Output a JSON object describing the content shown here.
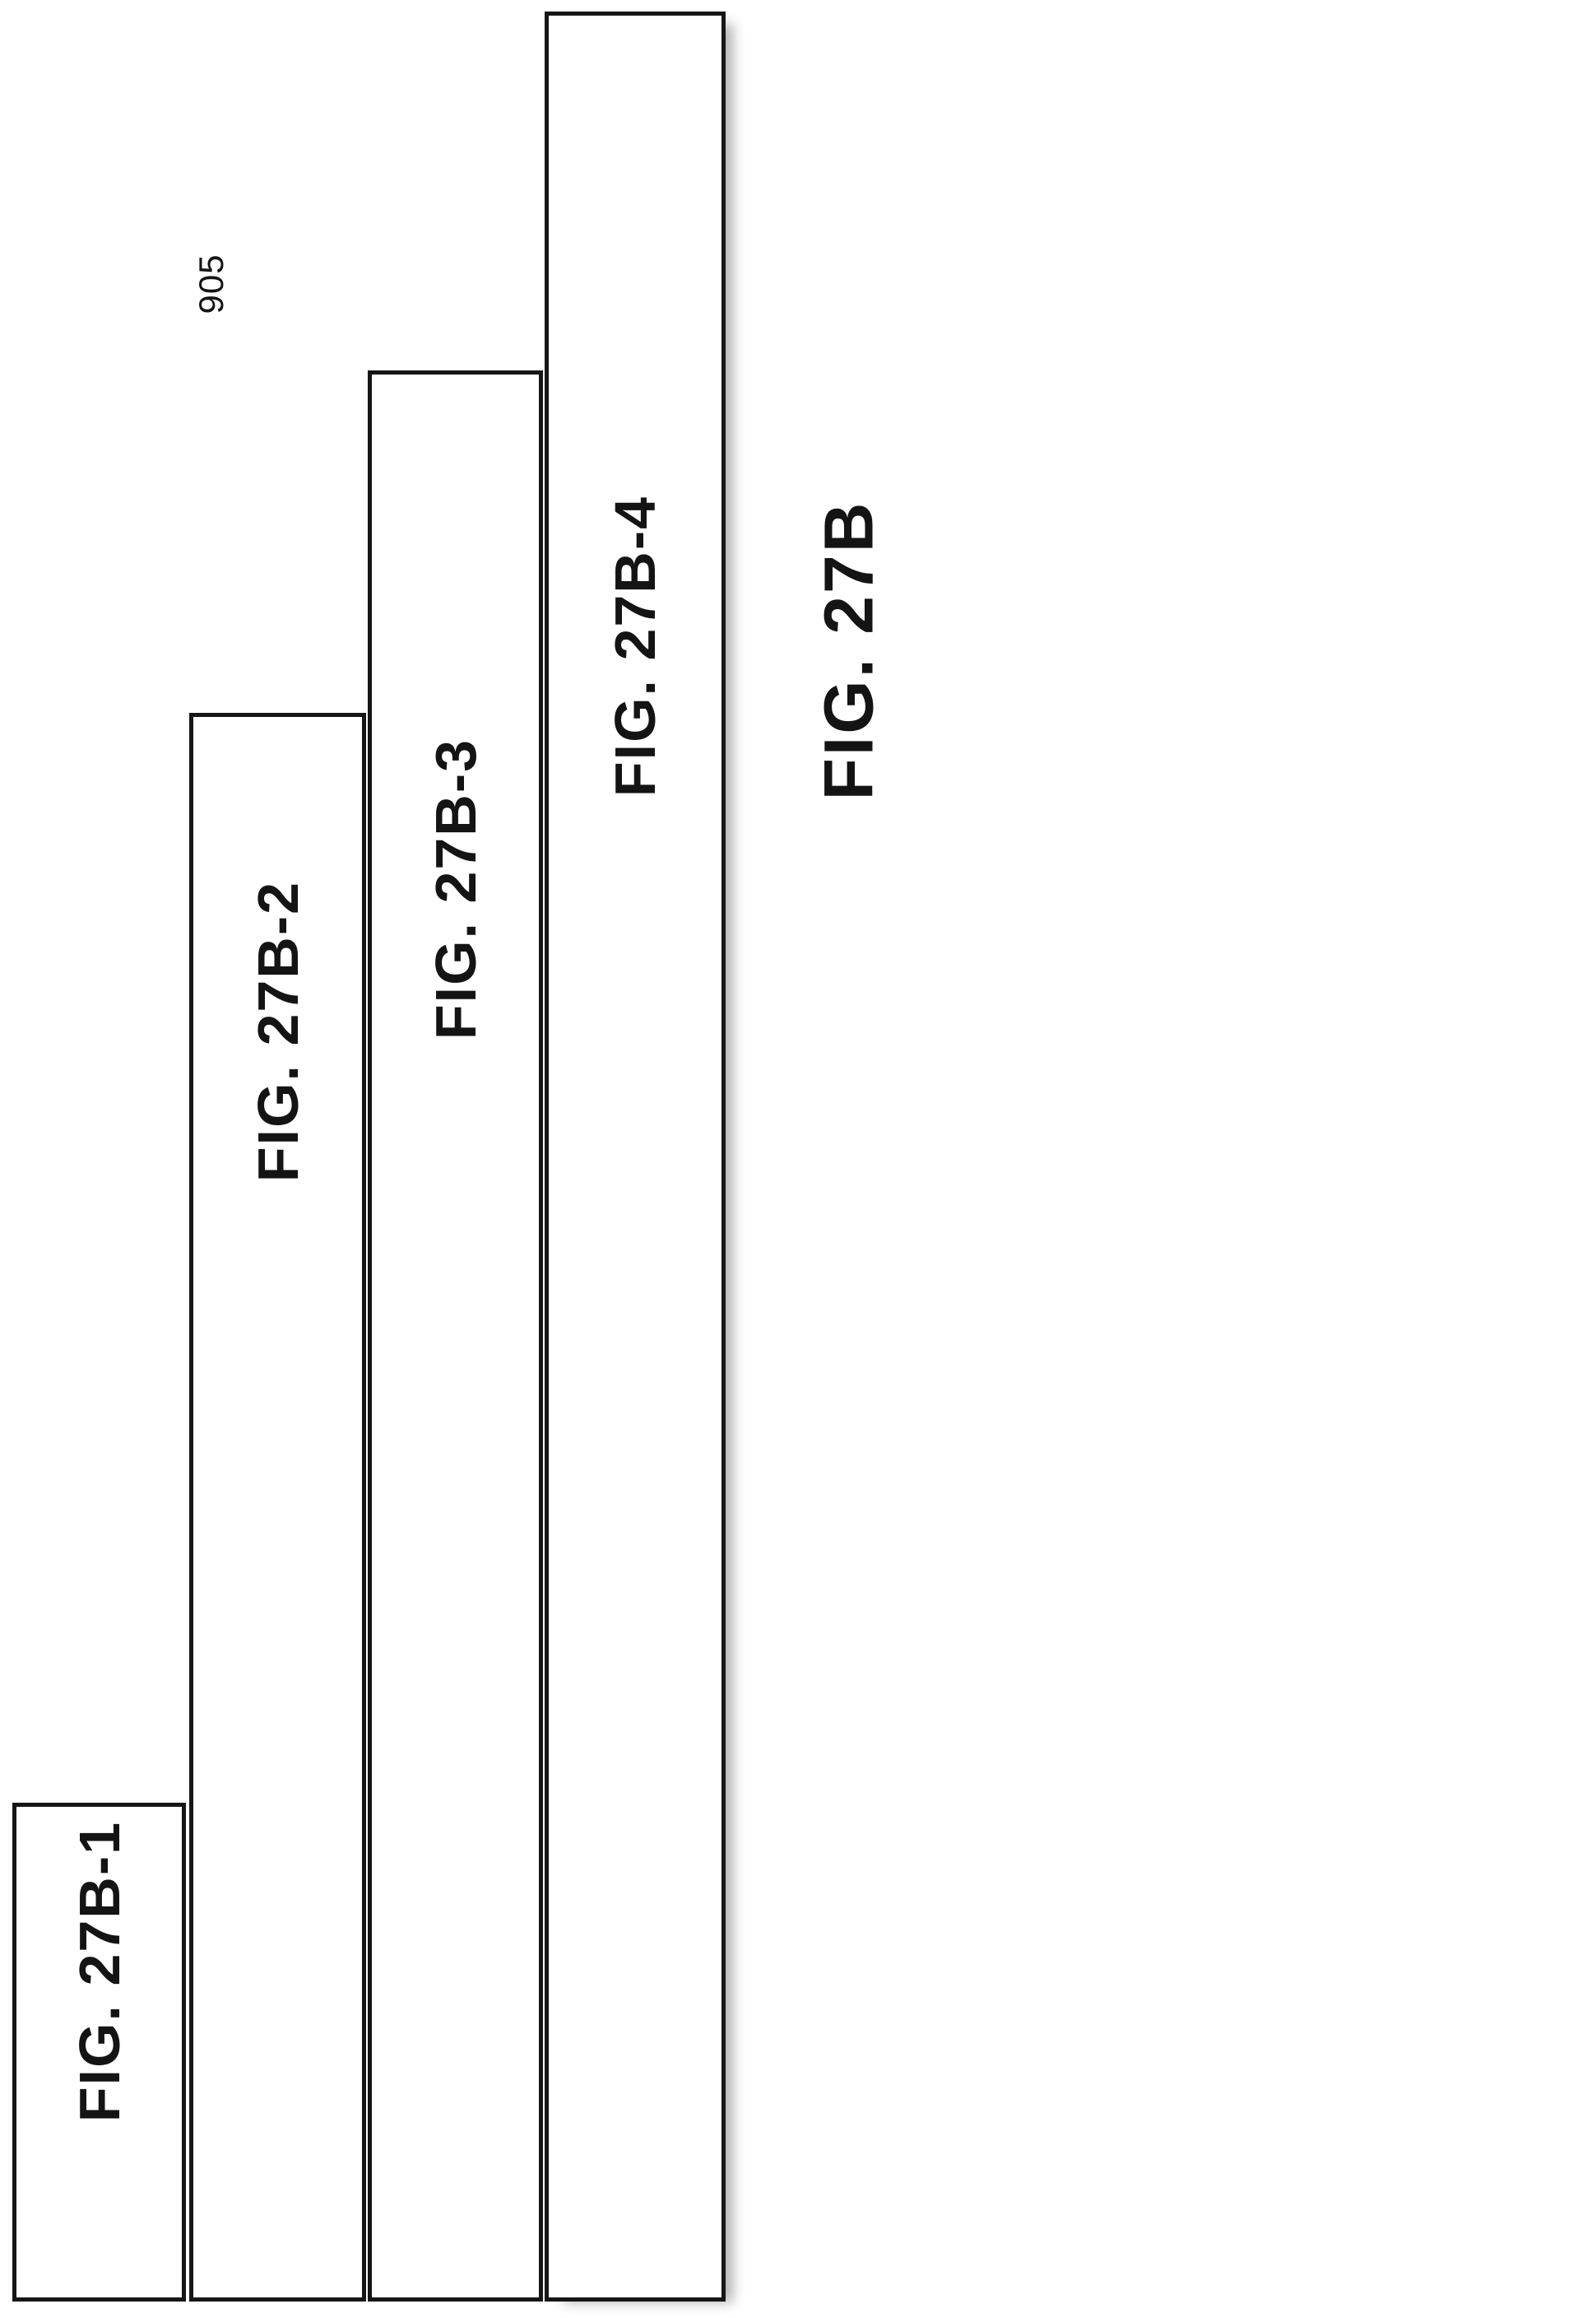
{
  "figure": {
    "reference_numeral": "905",
    "caption": "FIG. 27B",
    "boxes": [
      {
        "label": "FIG. 27B-1"
      },
      {
        "label": "FIG. 27B-2"
      },
      {
        "label": "FIG. 27B-3"
      },
      {
        "label": "FIG. 27B-4"
      }
    ]
  }
}
